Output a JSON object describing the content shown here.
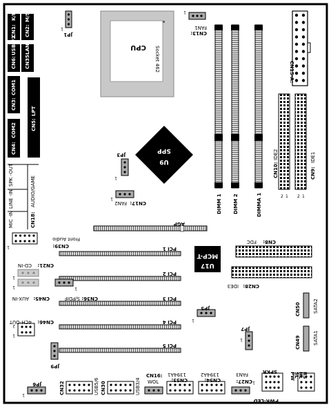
{
  "left_ports": {
    "cn1": "CN1:",
    "k_b": "K/B",
    "cn2": "CN2:",
    "m_s": "M/S",
    "cn6": "CN6:",
    "usb12": "USB1/2",
    "cn35": "CN35:",
    "lan": "LAN",
    "cn3": "CN3:",
    "com1": "COM1",
    "cn4": "CN4:",
    "com2": "COM2",
    "cn5": "CN5:",
    "lpt": "LPT",
    "spk_out": "SPK -OUT",
    "line_in": "LINE -IN",
    "mic_in": "MIC -IN",
    "cn18": "CN18:",
    "audio_game": "AUDIO/GAME"
  },
  "top": {
    "jp1": "JP1",
    "jp1_pin": "1",
    "cpu": "CPU",
    "socket": "Socket 462",
    "cn13": "CN13:",
    "fan1": "FAN1",
    "cn13_pin": "1",
    "cn15a": "CN15-A:"
  },
  "dimm": {
    "dimm1": "DIMM 1",
    "dimm2": "DIMM 2",
    "dimma1": "DIMMA 1"
  },
  "ide": {
    "cn10": "CN10:",
    "ide2": "IDE2",
    "cn9": "CN9:",
    "ide1": "IDE1",
    "pin2a": "2",
    "pin1a": "1",
    "pin2b": "2",
    "pin1b": "1"
  },
  "chipset": {
    "u9": "U9",
    "spp": "SPP",
    "u17": "U17",
    "mcp_t": "MCP-T"
  },
  "mid": {
    "jp3": "JP3",
    "jp3_pin": "1",
    "cn17": "CN17:",
    "fan2": "FAN2",
    "cn17_pin": "1",
    "agp": "AGP",
    "front_audio": "Front Audio",
    "cn39": "CN39:",
    "cn39_pin": "1",
    "cn8": "CN8:",
    "fdc": "FDC",
    "cn21": "CN21:",
    "cd_in": "CD-IN",
    "cn21_pin": "1",
    "cn45": "CN45:",
    "aux_in": "AUX-IN",
    "cn45_pin": "1",
    "cn36": "CN36:",
    "spdif": "S/PDIF",
    "cn36_pin": "1",
    "cn28": "CN28:",
    "ide3": "IDE3",
    "cn46": "CN46:",
    "ch4_out": "4CH-OUT",
    "cn46_pin2": "2",
    "cn46_pin1": "1",
    "jp5": "JP5",
    "jp5_pin": "1",
    "cn50": "CN50",
    "sata2": "SATA2",
    "jp7": "JP7",
    "jp7_pin": "1",
    "cn49": "CN49",
    "sata1": "SATA1",
    "jp9": "JP9"
  },
  "pci": {
    "pci1": "PCI 1",
    "pci2": "PCI 2",
    "pci3": "PCI 3",
    "pci4": "PCI 4",
    "pci5": "PCI 5"
  },
  "bottom": {
    "jp6": "JP6",
    "jp6_pin": "1",
    "cn32": "CN32",
    "usb56": "USB5/6",
    "cn30": "CN30",
    "usb34": "USB3/4",
    "cn16": "CN16:",
    "wol": "WOL",
    "cn53": "CN53:",
    "ieee1": "1394A1",
    "cn54": "CN54:",
    "ieee2": "1394A2",
    "cn27": "CN27:",
    "fan3": "FAN3",
    "cn27_pin": "1",
    "spkr": "SPKR",
    "pwr_led": "PWR-LED",
    "pw": "PW",
    "sl": "SL",
    "hl": "HL",
    "rs": "RS"
  }
}
